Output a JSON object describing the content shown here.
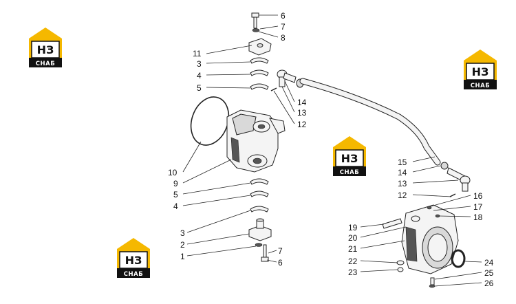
{
  "watermark": {
    "logo_text": "НЗ",
    "logo_sub": "СНАБ",
    "accent": "#f5b800"
  },
  "callouts": {
    "c6_top": "6",
    "c7_top": "7",
    "c8": "8",
    "c11": "11",
    "c3_top": "3",
    "c4_top": "4",
    "c5_top": "5",
    "c14_top": "14",
    "c13_top": "13",
    "c12_top": "12",
    "c10": "10",
    "c9": "9",
    "c5_bot": "5",
    "c4_bot": "4",
    "c3_bot": "3",
    "c2": "2",
    "c1": "1",
    "c7_bot": "7",
    "c6_bot": "6",
    "c15": "15",
    "c14_right": "14",
    "c13_right": "13",
    "c12_right": "12",
    "c16": "16",
    "c17": "17",
    "c18": "18",
    "c19": "19",
    "c20": "20",
    "c21": "21",
    "c22": "22",
    "c23": "23",
    "c24": "24",
    "c25": "25",
    "c26": "26"
  }
}
